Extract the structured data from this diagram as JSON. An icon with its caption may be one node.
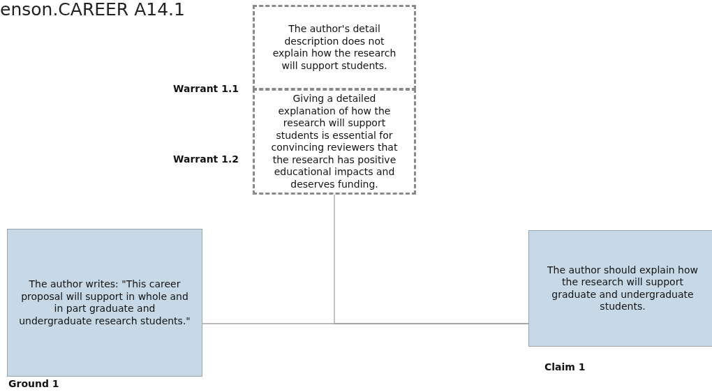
{
  "diagram": {
    "title": "enson.CAREER A14.1",
    "nodes": [
      {
        "text": [
          "Warrant 1.1",
          "The author's detail description does not explain how the research will support students."
        ]
      },
      {
        "text": [
          "Warrant 1.2",
          "Giving a detailed explanation of how the research will support students is essential for convincing reviewers that the research has positive educational impacts and deserves funding."
        ]
      },
      {
        "text": [
          "The author writes: \"This career proposal will  support in whole and in part graduate and undergraduate research students.\""
        ],
        "beside": [
          "Ground 1"
        ]
      },
      {
        "text": [
          "The author should explain how the research will support graduate and undergraduate students."
        ],
        "beside": [
          "Claim 1"
        ]
      }
    ],
    "edges": [
      {
        "from": 2,
        "to": 3,
        "arrow": "none"
      },
      {
        "from": 1,
        "to": 3,
        "arrow": "none"
      }
    ]
  }
}
